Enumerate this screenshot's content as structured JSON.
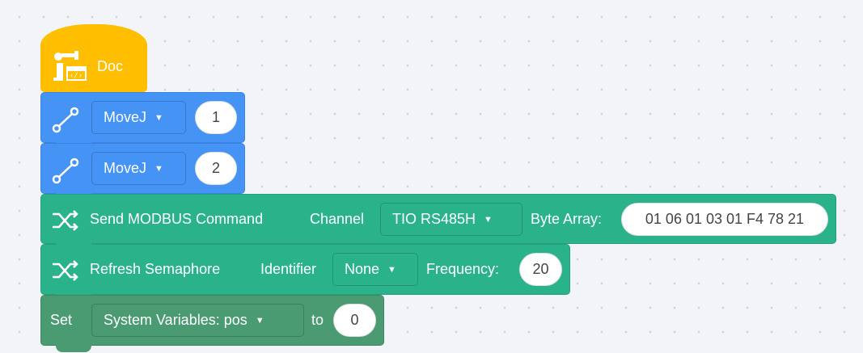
{
  "doc": {
    "label": "Doc"
  },
  "movej_blocks": [
    {
      "option": "MoveJ",
      "value": "1"
    },
    {
      "option": "MoveJ",
      "value": "2"
    }
  ],
  "modbus": {
    "title": "Send MODBUS Command",
    "channel_label": "Channel",
    "channel_value": "TIO RS485H",
    "byte_label": "Byte Array:",
    "byte_value": "01 06 01 03 01 F4 78 21"
  },
  "semaphore": {
    "title": "Refresh Semaphore",
    "identifier_label": "Identifier",
    "identifier_value": "None",
    "frequency_label": "Frequency:",
    "frequency_value": "20"
  },
  "set": {
    "label": "Set",
    "variable": "System Variables: pos",
    "to_label": "to",
    "value": "0"
  },
  "colors": {
    "doc": "#ffbf00",
    "motion": "#4593f5",
    "communication": "#2ab38b",
    "variable": "#4a9a72"
  }
}
